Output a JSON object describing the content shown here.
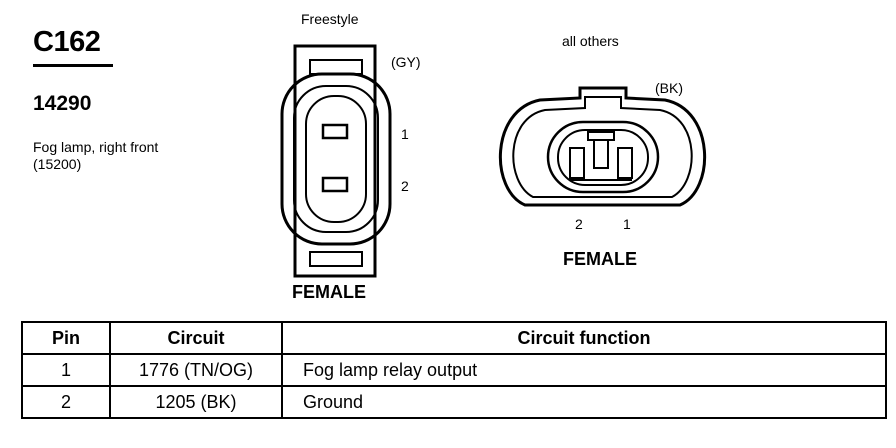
{
  "header": {
    "connector_id": "C162",
    "part_number": "14290",
    "description_line1": "Fog lamp, right front",
    "description_line2": "(15200)"
  },
  "connectors": [
    {
      "variant": "Freestyle",
      "color_code": "(GY)",
      "pins": [
        "1",
        "2"
      ],
      "gender": "FEMALE"
    },
    {
      "variant": "all others",
      "color_code": "(BK)",
      "pins": [
        "2",
        "1"
      ],
      "gender": "FEMALE"
    }
  ],
  "table": {
    "headers": [
      "Pin",
      "Circuit",
      "Circuit function"
    ],
    "rows": [
      {
        "pin": "1",
        "circuit": "1776 (TN/OG)",
        "function": "Fog lamp relay output"
      },
      {
        "pin": "2",
        "circuit": "1205 (BK)",
        "function": "Ground"
      }
    ]
  }
}
